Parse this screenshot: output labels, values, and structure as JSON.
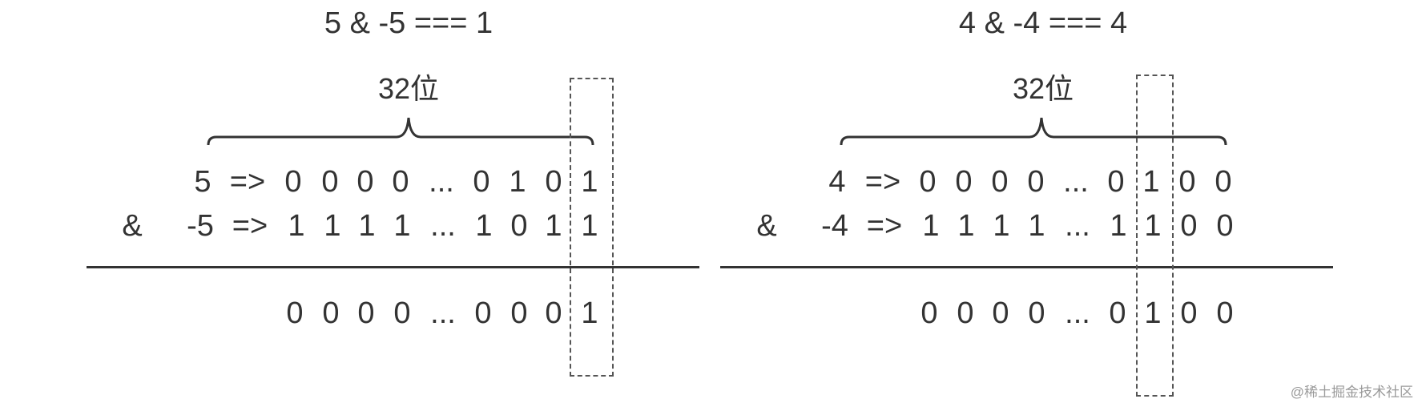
{
  "left": {
    "title": "5 & -5 === 1",
    "bits_label": "32位",
    "op": "&",
    "row1": {
      "label": "5",
      "arrow": "=>",
      "bits": [
        "0",
        "0",
        "0",
        "0",
        "...",
        "0",
        "1",
        "0",
        "1"
      ]
    },
    "row2": {
      "label": "-5",
      "arrow": "=>",
      "bits": [
        "1",
        "1",
        "1",
        "1",
        "...",
        "1",
        "0",
        "1",
        "1"
      ]
    },
    "result": {
      "bits": [
        "0",
        "0",
        "0",
        "0",
        "...",
        "0",
        "0",
        "0",
        "1"
      ]
    }
  },
  "right": {
    "title": "4 & -4 === 4",
    "bits_label": "32位",
    "op": "&",
    "row1": {
      "label": "4",
      "arrow": "=>",
      "bits": [
        "0",
        "0",
        "0",
        "0",
        "...",
        "0",
        "1",
        "0",
        "0"
      ]
    },
    "row2": {
      "label": "-4",
      "arrow": "=>",
      "bits": [
        "1",
        "1",
        "1",
        "1",
        "...",
        "1",
        "1",
        "0",
        "0"
      ]
    },
    "result": {
      "bits": [
        "0",
        "0",
        "0",
        "0",
        "...",
        "0",
        "1",
        "0",
        "0"
      ]
    }
  },
  "watermark": "@稀土掘金技术社区"
}
